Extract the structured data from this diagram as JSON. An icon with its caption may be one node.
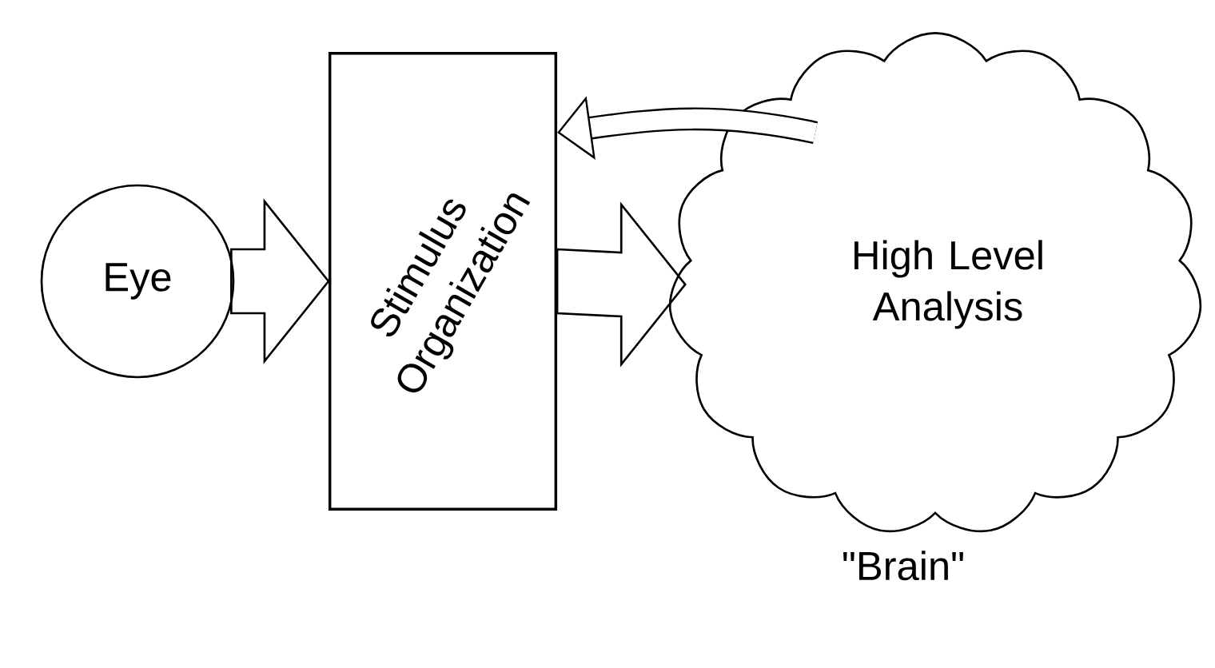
{
  "diagram": {
    "nodes": [
      {
        "text": [
          "Eye"
        ]
      },
      {
        "text": [
          "Stimulus Organization"
        ]
      },
      {
        "text": [
          "High Level Analysis"
        ],
        "beside": [
          "\"Brain\""
        ]
      }
    ],
    "edges": [
      {
        "from": 0,
        "to": 1,
        "arrow": "to"
      },
      {
        "from": 1,
        "to": 2,
        "arrow": "to"
      },
      {
        "from": 2,
        "to": 1,
        "arrow": "to"
      }
    ]
  }
}
